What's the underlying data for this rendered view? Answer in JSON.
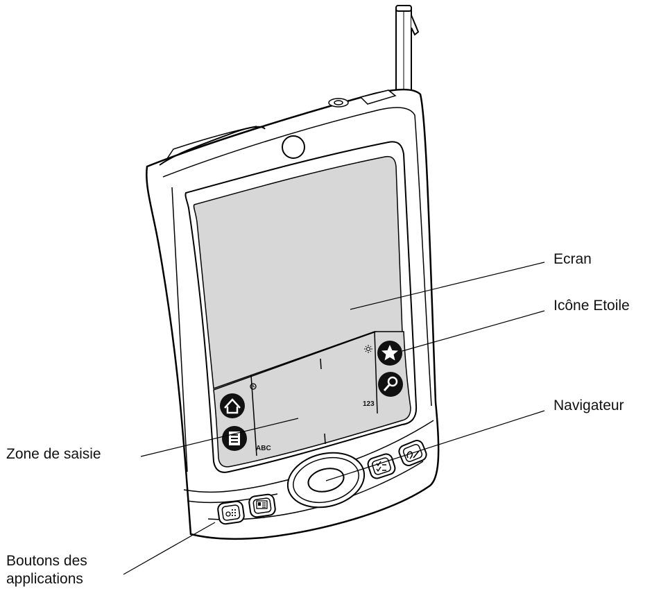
{
  "callouts": {
    "screen": "Ecran",
    "star_icon": "Icône Etoile",
    "navigator": "Navigateur",
    "input_area": "Zone de saisie",
    "app_buttons_line1": "Boutons des",
    "app_buttons_line2": "applications"
  },
  "input_area": {
    "letters_label": "ABC",
    "numbers_label": "123"
  },
  "icons": {
    "home": "home-icon",
    "menu": "menu-icon",
    "star": "star-icon",
    "find": "find-icon",
    "clock": "clock-icon",
    "brightness": "brightness-icon",
    "calendar_button": "calendar-button-icon",
    "contacts_button": "contacts-button-icon",
    "tasks_button": "tasks-button-icon",
    "notes_button": "notes-button-icon"
  },
  "colors": {
    "screen_gray": "#d7d7d7",
    "outline": "#000000",
    "body": "#ffffff"
  }
}
